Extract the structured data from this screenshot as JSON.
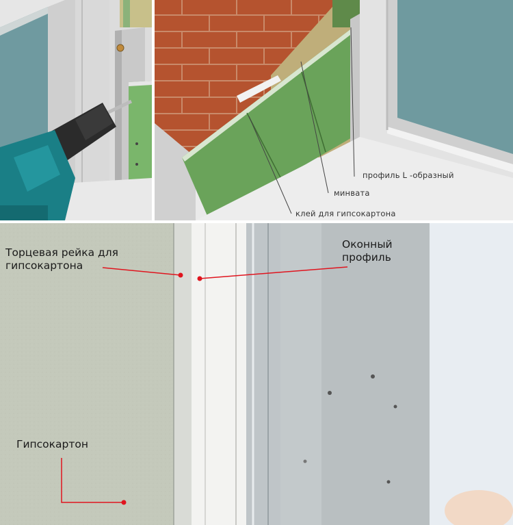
{
  "top_right_labels": {
    "profile": "профиль L -образный",
    "minvata": "минвата",
    "glue": "клей для гипсокартона"
  },
  "bottom_labels": {
    "end_rail_line1": "Торцевая рейка для",
    "end_rail_line2": "гипсокартона",
    "window_profile_line1": "Оконный",
    "window_profile_line2": "профиль",
    "drywall": "Гипсокартон"
  },
  "colors": {
    "annotation_red": "#e0141e",
    "drywall_green": "#6aa35a",
    "brick": "#b5532f"
  }
}
